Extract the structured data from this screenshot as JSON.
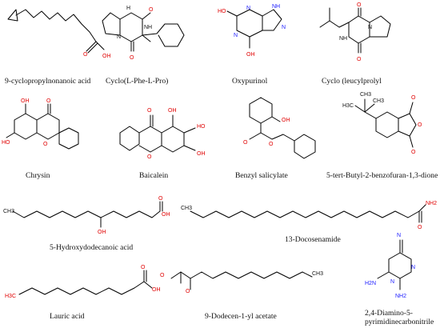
{
  "compounds": [
    {
      "name": "9-cyclopropylnonanoic acid",
      "labels": [
        "O",
        "OH"
      ]
    },
    {
      "name": "Cyclo(L-Phe-L-Pro)",
      "labels": [
        "H",
        "O",
        "NH",
        "N",
        "O"
      ]
    },
    {
      "name": "Oxypurinol",
      "labels": [
        "HO",
        "N",
        "NH",
        "N",
        "N",
        "OH"
      ]
    },
    {
      "name": "Cyclo (leucylprolyl",
      "labels": [
        "O",
        "N",
        "NH",
        "O"
      ]
    },
    {
      "name": "Chrysin",
      "labels": [
        "OH",
        "O",
        "HO",
        "O"
      ]
    },
    {
      "name": "Baicalein",
      "labels": [
        "OH",
        "O",
        "HO",
        "OH",
        "O"
      ]
    },
    {
      "name": "Benzyl salicylate",
      "labels": [
        "OH",
        "O",
        "O"
      ]
    },
    {
      "name": "5-tert-Butyl-2-benzofuran-1,3-dione",
      "labels": [
        "H3C",
        "CH3",
        "CH3",
        "O",
        "O",
        "O"
      ]
    },
    {
      "name": "5-Hydroxydodecanoic acid",
      "labels": [
        "CH3",
        "OH",
        "O",
        "OH"
      ]
    },
    {
      "name": "13-Docosenamide",
      "labels": [
        "CH3",
        "NH2",
        "O"
      ]
    },
    {
      "name": "Lauric acid",
      "labels": [
        "H3C",
        "O",
        "OH"
      ]
    },
    {
      "name": "9-Dodecen-1-yl acetate",
      "labels": [
        "O",
        "O",
        "CH3"
      ]
    },
    {
      "name": "2,4-Diamino-5-\npyrimidinecarbonitrile",
      "labels": [
        "N",
        "N",
        "N",
        "H2N",
        "NH2"
      ]
    }
  ],
  "colors": {
    "oxygen": "#e00000",
    "nitrogen": "#1a1aff",
    "carbon": "#111111",
    "bond": "#000000"
  }
}
